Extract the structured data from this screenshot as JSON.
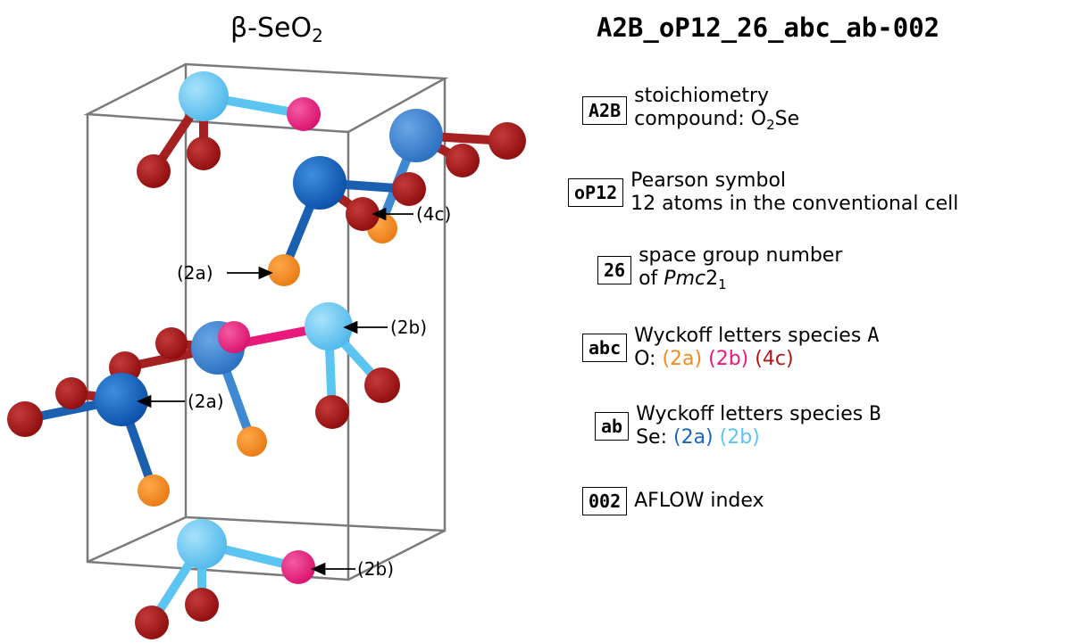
{
  "title": {
    "main": "β-SeO",
    "subscript": "2"
  },
  "prototype_label": "A2B_oP12_26_abc_ab-002",
  "site_labels": {
    "o_4c": "(4c)",
    "o_2a": "(2a)",
    "o_2b_top": "(2b)",
    "se_2a": "(2a)",
    "o_2b_bottom": "(2b)"
  },
  "legend": {
    "stoich": {
      "box": "A2B",
      "line1": "stoichiometry",
      "line2_prefix": "compound: O",
      "line2_sub": "2",
      "line2_suffix": "Se"
    },
    "pearson": {
      "box": "oP12",
      "line1": "Pearson symbol",
      "line2": "12 atoms in the conventional cell"
    },
    "spacegroup": {
      "box": "26",
      "line1": "space group number",
      "line2_prefix": "of ",
      "line2_italic": "Pmc",
      "line2_num": "2",
      "line2_sub": "1"
    },
    "wyckA": {
      "box": "abc",
      "line1_prefix": "Wyckoff letters species ",
      "line1_species": "A",
      "line2_prefix": "O: ",
      "items": [
        {
          "text": "(2a)",
          "color": "#f08a24"
        },
        {
          "text": "(2b)",
          "color": "#e8197b"
        },
        {
          "text": "(4c)",
          "color": "#b01515"
        }
      ]
    },
    "wyckB": {
      "box": "ab",
      "line1_prefix": "Wyckoff letters species ",
      "line1_species": "B",
      "line2_prefix": "Se: ",
      "items": [
        {
          "text": "(2a)",
          "color": "#1565c0"
        },
        {
          "text": "(2b)",
          "color": "#5bc4f0"
        }
      ]
    },
    "aflow": {
      "box": "002",
      "line1": "AFLOW index"
    }
  }
}
